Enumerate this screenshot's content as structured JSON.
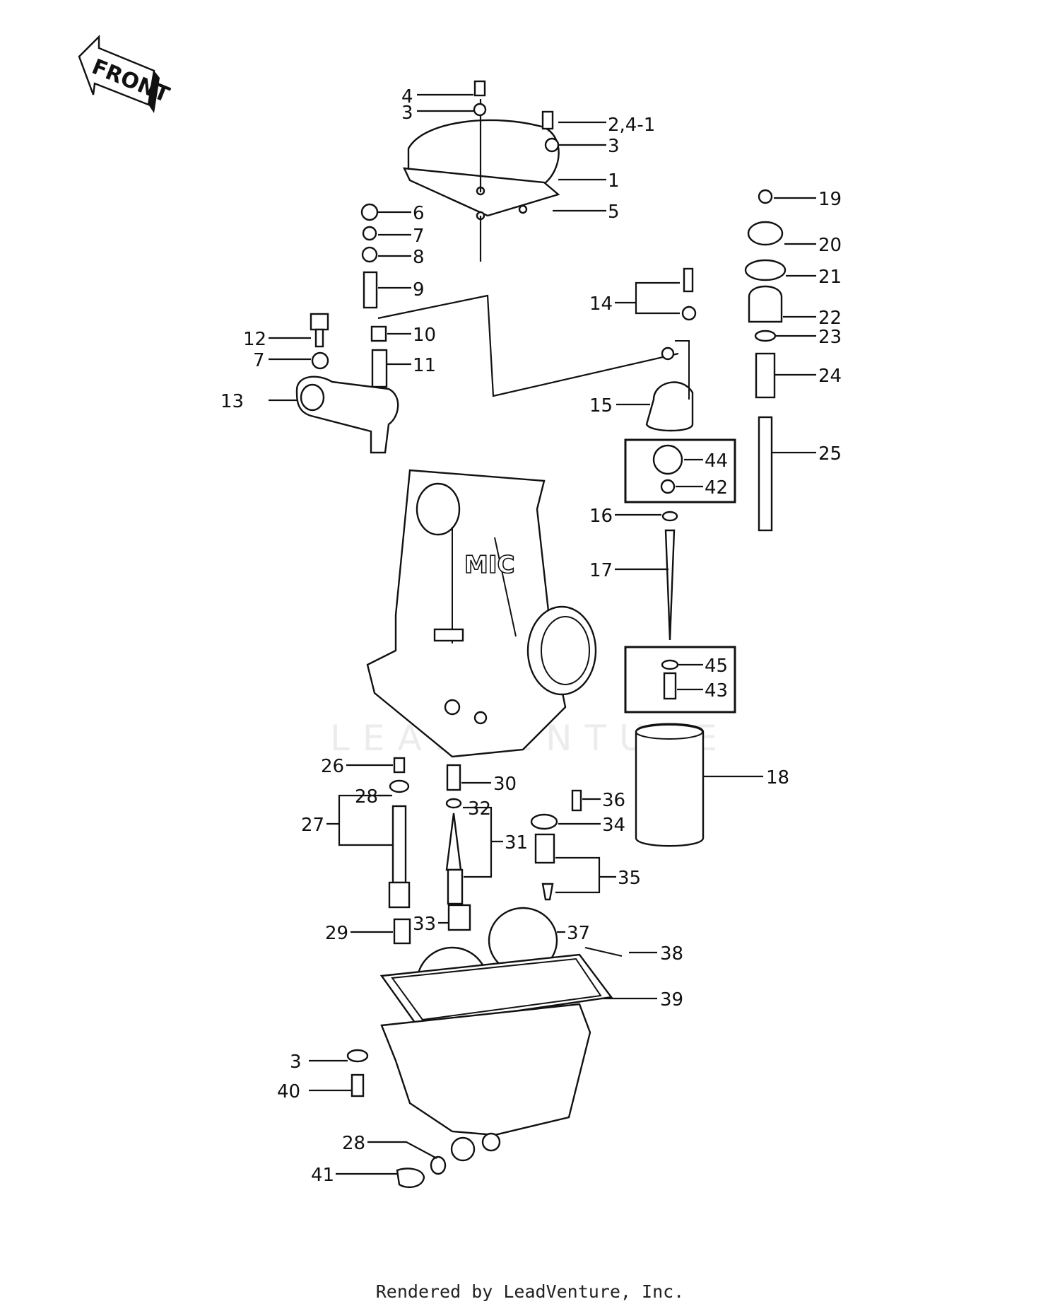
{
  "front_arrow": {
    "text": "FRONT"
  },
  "body_marking": "MIC",
  "watermark": "LEADVENTURE",
  "footer": "Rendered by LeadVenture, Inc.",
  "callouts": [
    "4",
    "3",
    "2,4-1",
    "3",
    "1",
    "5",
    "6",
    "7",
    "8",
    "9",
    "10",
    "11",
    "12",
    "7",
    "13",
    "14",
    "15",
    "19",
    "20",
    "21",
    "22",
    "23",
    "24",
    "25",
    "44",
    "42",
    "16",
    "17",
    "45",
    "43",
    "18",
    "26",
    "28",
    "27",
    "30",
    "32",
    "31",
    "36",
    "34",
    "35",
    "29",
    "33",
    "37",
    "38",
    "39",
    "3",
    "40",
    "28",
    "41"
  ]
}
